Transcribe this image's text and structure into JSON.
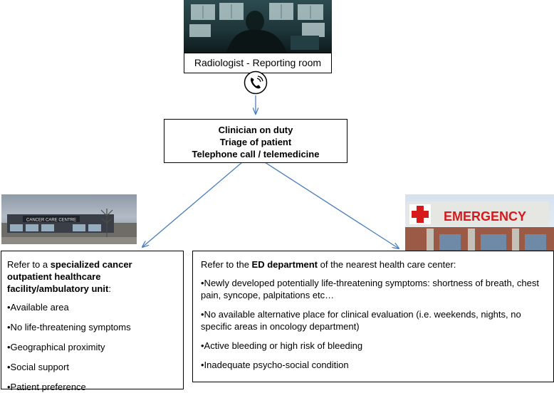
{
  "radiologist": {
    "caption": "Radiologist - Reporting room",
    "phone_icon": "phone-icon"
  },
  "clinician": {
    "lines": [
      "Clinician on duty",
      "Triage of patient",
      "Telephone call / telemedicine"
    ]
  },
  "cancer_photo": {
    "sign_text": "CANCER CARE CENTRE"
  },
  "emergency_photo": {
    "sign_text": "EMERGENCY"
  },
  "left_box": {
    "intro_plain": "Refer to a ",
    "intro_bold": "specialized cancer outpatient healthcare facility/ambulatory unit",
    "intro_end": ":",
    "bullets": [
      "•Available area",
      "•No life-threatening symptoms",
      "•Geographical proximity",
      "•Social support",
      "•Patient preference"
    ]
  },
  "right_box": {
    "intro_plain": "Refer to the ",
    "intro_bold": "ED department",
    "intro_end": " of the nearest health care center:",
    "bullets": [
      "•Newly developed potentially life-threatening symptoms: shortness of breath, chest pain, syncope, palpitations etc…",
      "•No available alternative place for clinical evaluation (i.e. weekends, nights, no specific areas in oncology department)",
      "•Active bleeding or high risk of bleeding",
      "•Inadequate psycho-social condition"
    ]
  },
  "colors": {
    "arrow": "#4a7ebb",
    "border": "#000000",
    "red_cross": "#d7191c"
  }
}
